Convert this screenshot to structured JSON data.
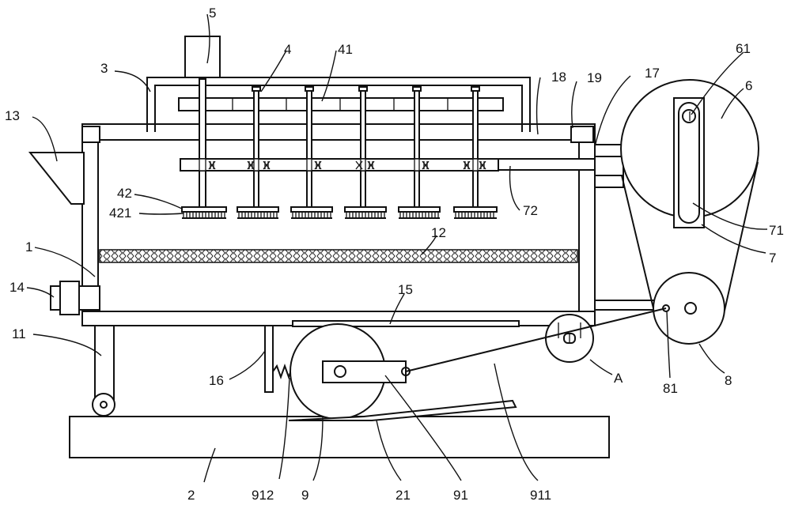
{
  "labels": {
    "l1": "1",
    "l2": "2",
    "l3": "3",
    "l4": "4",
    "l41": "41",
    "l42": "42",
    "l421": "421",
    "l5": "5",
    "l6": "6",
    "l61": "61",
    "l7": "7",
    "l71": "71",
    "l72": "72",
    "l8": "8",
    "l81": "81",
    "l9": "9",
    "l91": "91",
    "l911": "911",
    "l912": "912",
    "l11": "11",
    "l12": "12",
    "l13": "13",
    "l14": "14",
    "l15": "15",
    "l16": "16",
    "l17": "17",
    "l18": "18",
    "l19": "19",
    "l21": "21",
    "lA": "A"
  },
  "colors": {
    "line": "#111111",
    "background": "#ffffff"
  }
}
